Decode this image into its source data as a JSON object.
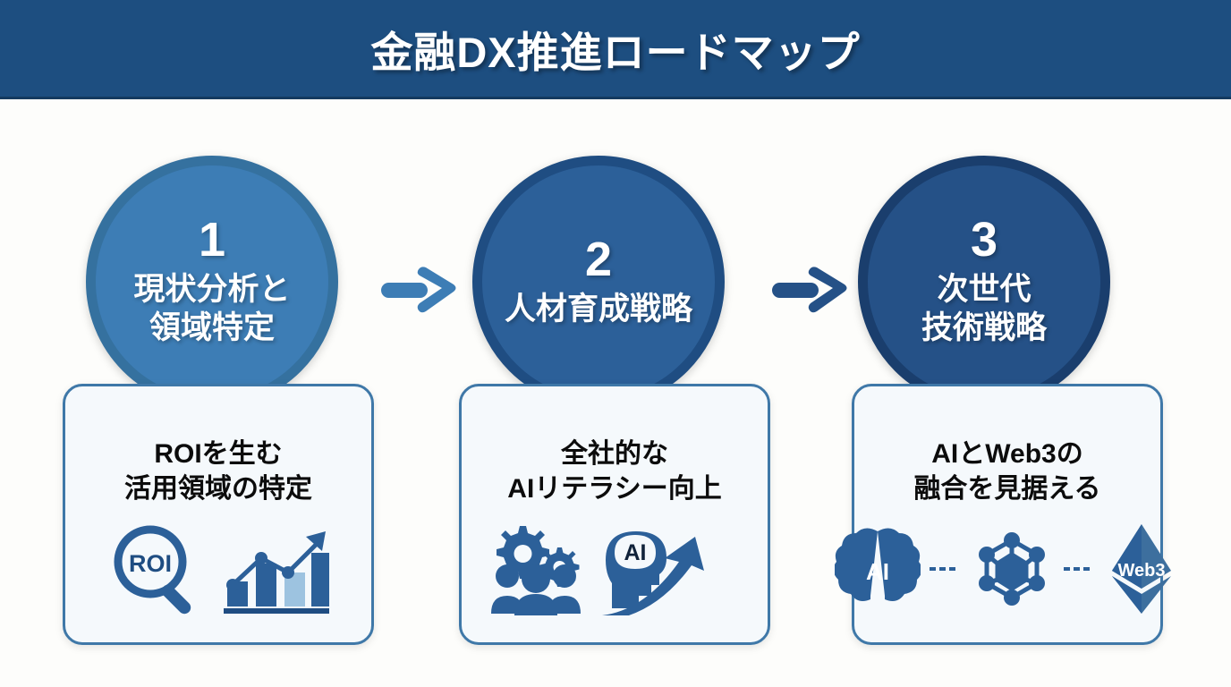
{
  "header": {
    "title": "金融DX推進ロードマップ",
    "background_color": "#1d4e80",
    "text_color": "#ffffff"
  },
  "page": {
    "background_color": "#fdfdfb",
    "accent_blue": "#2c6099",
    "light_blue": "#3d7db5",
    "dark_blue": "#255187",
    "card_background": "#f5f9fc",
    "card_border": "#3f78a8"
  },
  "steps": [
    {
      "number": "1",
      "label": "現状分析と\n領域特定",
      "circle_color": "#3d7db5",
      "circle_border": "#35719f",
      "card": {
        "heading": "ROIを生む\n活用領域の特定",
        "icons": [
          "roi-magnifier-icon",
          "bar-chart-growth-icon"
        ],
        "icon_labels": [
          "ROI"
        ]
      }
    },
    {
      "number": "2",
      "label": "人材育成戦略",
      "circle_color": "#2c6099",
      "circle_border": "#1f4d82",
      "card": {
        "heading": "全社的な\nAIリテラシー向上",
        "icons": [
          "gears-people-icon",
          "ai-head-arrow-icon"
        ],
        "icon_labels": [
          "AI"
        ]
      }
    },
    {
      "number": "3",
      "label": "次世代\n技術戦略",
      "circle_color": "#255187",
      "circle_border": "#1a3e6d",
      "card": {
        "heading": "AIとWeb3の\n融合を見据える",
        "icons": [
          "ai-brain-icon",
          "blockchain-node-icon",
          "web3-diamond-icon"
        ],
        "icon_labels": [
          "AI",
          "Web3"
        ]
      }
    }
  ],
  "arrows": [
    {
      "name": "arrow-step1-to-step2",
      "color": "#3d7db5"
    },
    {
      "name": "arrow-step2-to-step3",
      "color": "#255187"
    }
  ]
}
